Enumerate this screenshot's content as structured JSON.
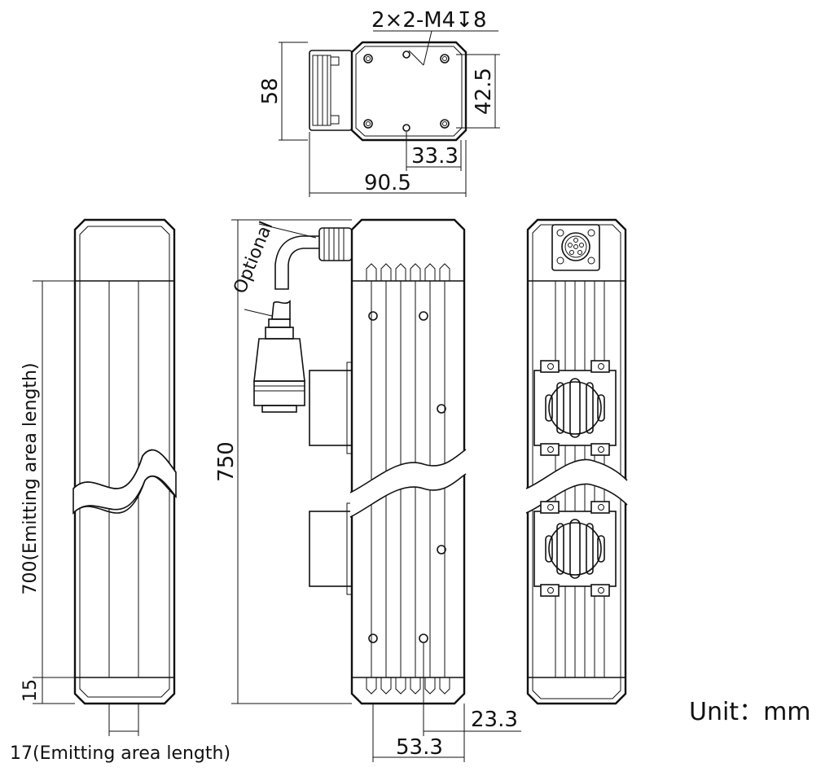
{
  "labels": {
    "hole_spec": "2×2-M4↧8",
    "top_height": "58",
    "top_hole_pitch": "42.5",
    "top_hole_offset": "33.3",
    "top_width": "90.5",
    "emitting_length": "700(Emitting area length)",
    "end_margin": "15",
    "emitting_width": "17(Emitting area length)",
    "total_length": "750",
    "optional": "Optional",
    "side_offset": "23.3",
    "side_width": "53.3",
    "unit": "Unit：mm"
  }
}
